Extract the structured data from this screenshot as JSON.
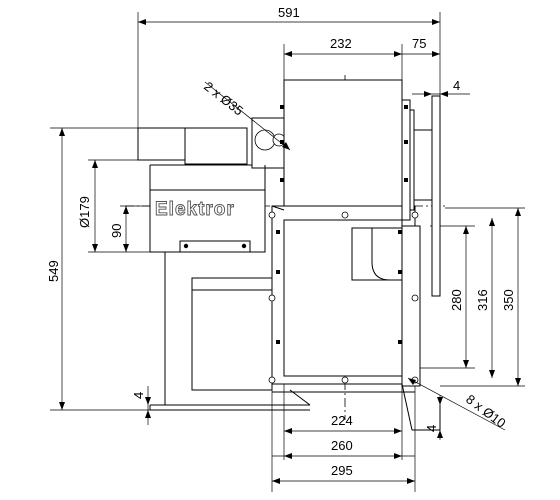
{
  "brand_label": "Elektror",
  "dimensions": {
    "overall_width": "591",
    "housing_width": "232",
    "outlet_offset": "75",
    "flange_thickness": "4",
    "inlet_holes": "2 x Ø35",
    "motor_diameter": "Ø179",
    "shaft_height": "90",
    "overall_height": "549",
    "base_thickness": "4",
    "hole_spacing": "224",
    "base_inner_width": "260",
    "base_outer_width": "295",
    "base_plate_thickness": "4",
    "mounting_holes": "8 x Ø10",
    "flange_inner_height": "280",
    "flange_mid_height": "316",
    "flange_outer_height": "350"
  }
}
